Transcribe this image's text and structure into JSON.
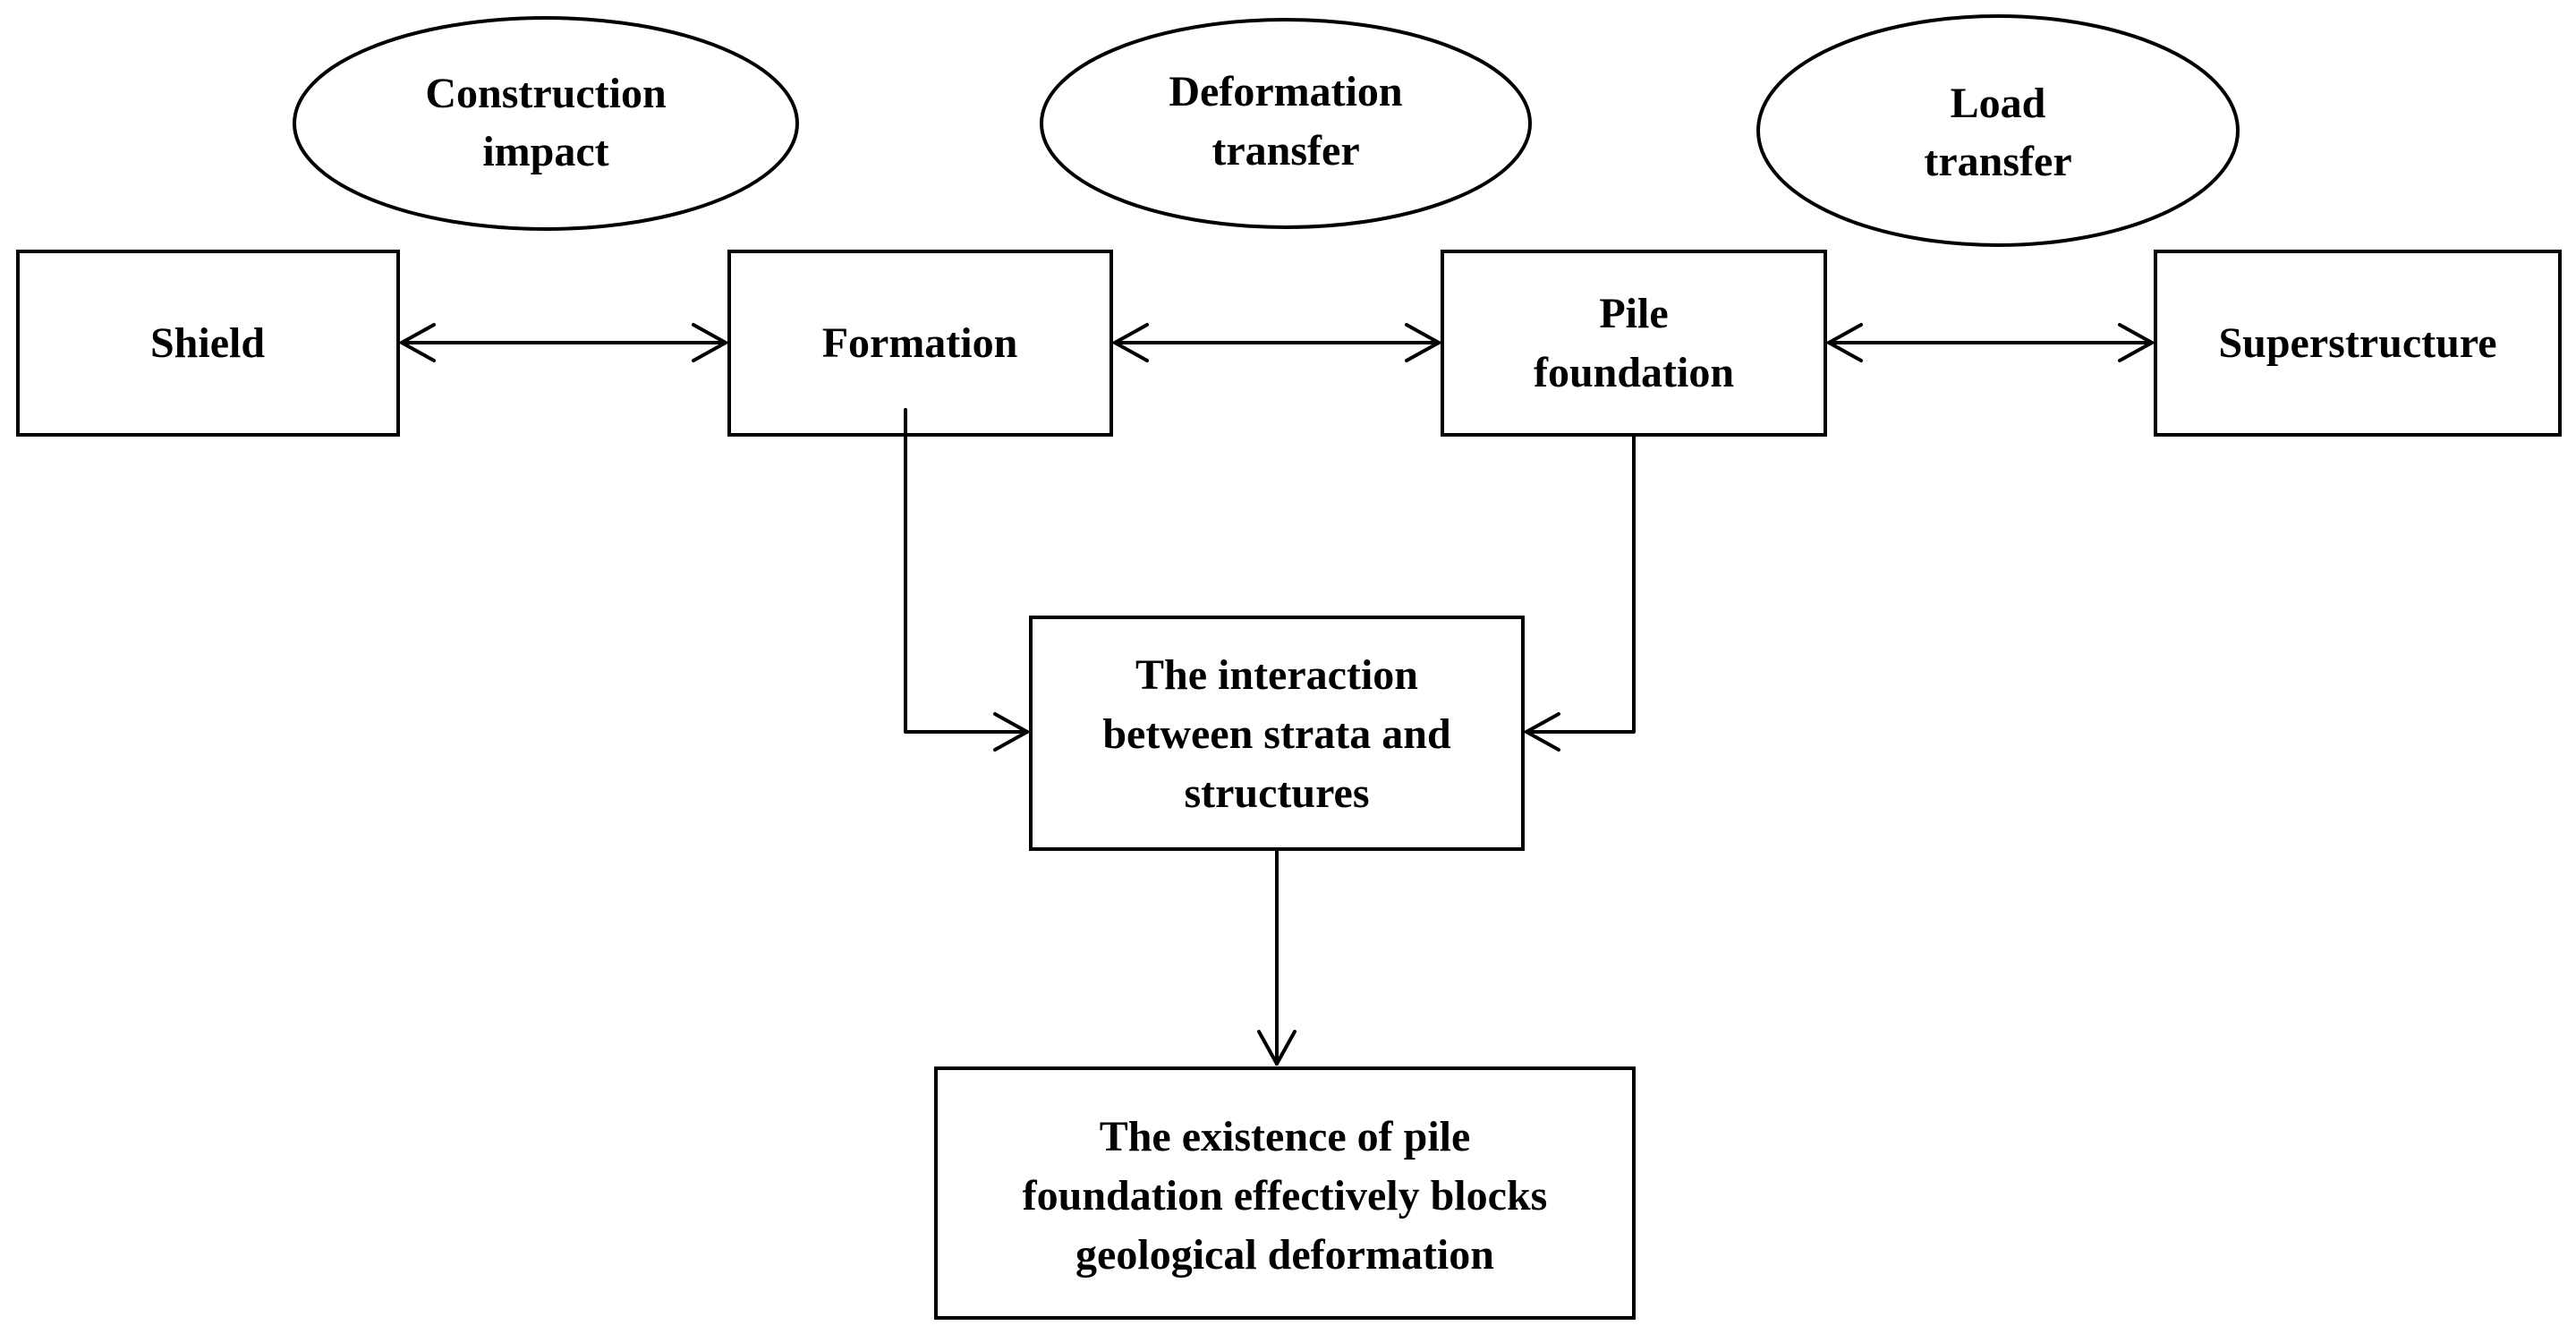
{
  "diagram": {
    "ellipses": [
      {
        "id": "construction",
        "lines": [
          "Construction",
          "impact"
        ]
      },
      {
        "id": "deformation",
        "lines": [
          "Deformation",
          "transfer"
        ]
      },
      {
        "id": "load",
        "lines": [
          "Load",
          "transfer"
        ]
      }
    ],
    "boxes": [
      {
        "id": "shield",
        "lines": [
          "Shield"
        ]
      },
      {
        "id": "formation",
        "lines": [
          "Formation"
        ]
      },
      {
        "id": "pile",
        "lines": [
          "Pile",
          "foundation"
        ]
      },
      {
        "id": "superstructure",
        "lines": [
          "Superstructure"
        ]
      },
      {
        "id": "interaction",
        "lines": [
          "The interaction",
          "between strata and",
          "structures"
        ]
      },
      {
        "id": "existence",
        "lines": [
          "The existence of pile",
          "foundation effectively blocks",
          "geological deformation"
        ]
      }
    ],
    "connections": [
      {
        "from": "shield",
        "to": "formation",
        "direction": "both"
      },
      {
        "from": "formation",
        "to": "pile",
        "direction": "both"
      },
      {
        "from": "pile",
        "to": "superstructure",
        "direction": "both"
      },
      {
        "from": "formation",
        "to": "interaction",
        "direction": "forward"
      },
      {
        "from": "pile",
        "to": "interaction",
        "direction": "forward"
      },
      {
        "from": "interaction",
        "to": "existence",
        "direction": "forward"
      }
    ]
  }
}
